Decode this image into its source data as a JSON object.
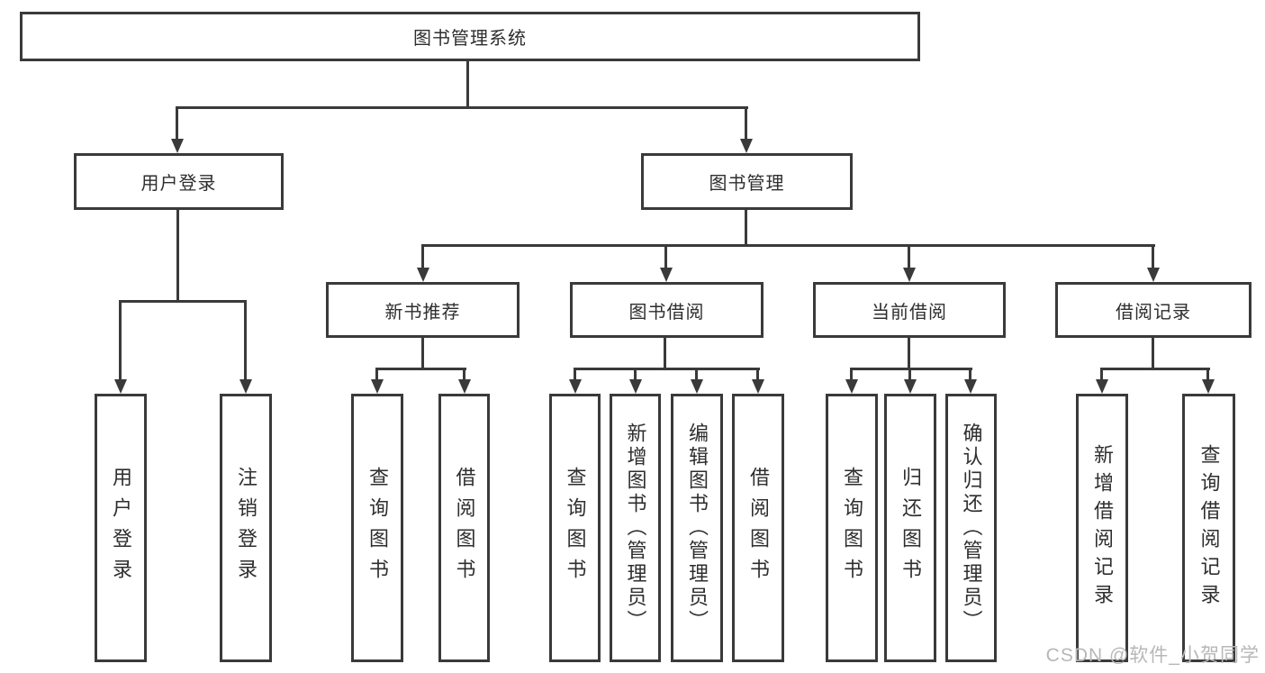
{
  "diagram": {
    "root": "图书管理系统",
    "level2": {
      "user_login": "用户登录",
      "book_mgmt": "图书管理"
    },
    "level3": {
      "new_books": "新书推荐",
      "book_borrow": "图书借阅",
      "current_borrow": "当前借阅",
      "borrow_records": "借阅记录"
    },
    "leaves": {
      "ul_login": "用户登录",
      "ul_logout": "注销登录",
      "nb_query": "查询图书",
      "nb_borrow": "借阅图书",
      "bb_query": "查询图书",
      "bb_add": "新增图书（管理员）",
      "bb_edit": "编辑图书（管理员）",
      "bb_borrow": "借阅图书",
      "cb_query": "查询图书",
      "cb_return": "归还图书",
      "cb_confirm": "确认归还（管理员）",
      "br_add": "新增借阅记录",
      "br_query": "查询借阅记录"
    }
  },
  "watermark": "CSDN @软件_小贺同学",
  "colors": {
    "line": "#3a3a3a",
    "text": "#2e2e2e",
    "watermark": "#b7b7b7",
    "background": "#ffffff"
  }
}
